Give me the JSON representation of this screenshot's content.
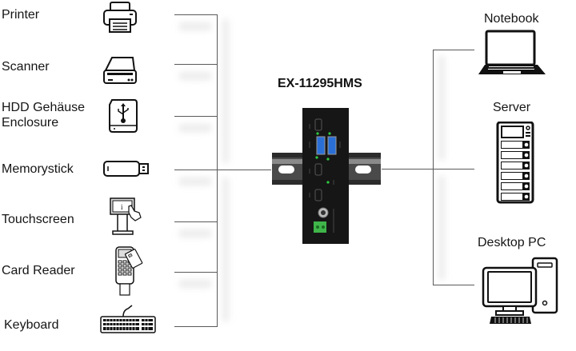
{
  "title": "EX-11295HMS",
  "left_devices": [
    {
      "label": "Printer",
      "icon": "printer-icon"
    },
    {
      "label": "Scanner",
      "icon": "scanner-icon"
    },
    {
      "label": "HDD Gehäuse",
      "label2": "Enclosure",
      "icon": "hdd-enclosure-icon"
    },
    {
      "label": "Memorystick",
      "icon": "usb-stick-icon"
    },
    {
      "label": "Touchscreen",
      "icon": "touchscreen-kiosk-icon"
    },
    {
      "label": "Card Reader",
      "icon": "card-reader-icon"
    },
    {
      "label": "Keyboard",
      "icon": "keyboard-icon"
    }
  ],
  "right_devices": [
    {
      "label": "Notebook",
      "icon": "laptop-icon"
    },
    {
      "label": "Server",
      "icon": "server-rack-icon"
    },
    {
      "label": "Desktop PC",
      "icon": "desktop-pc-icon"
    }
  ],
  "device": {
    "name": "EX-11295HMS",
    "icon": "usb-hub-din-rail-icon"
  },
  "colors": {
    "line": "#5a5a5a",
    "usb_port": "#2a6fd6",
    "terminal": "#3fb54a",
    "device_body": "#1a1a1a"
  }
}
